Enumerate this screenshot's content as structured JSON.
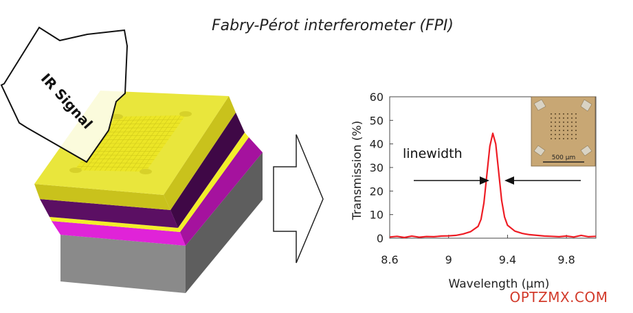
{
  "title": "Fabry-Pérot interferometer (FPI)",
  "incoming_arrow_label": "IR Signal",
  "watermark": "OPTZMX.COM",
  "colors": {
    "top_yellow": "#e9e63c",
    "top_yellow_side": "#c9c21c",
    "purple": "#5b0f63",
    "purple_side": "#3f0846",
    "magenta": "#e023d8",
    "magenta_side": "#a5129e",
    "thin_yellow": "#f2ee2a",
    "substrate_front": "#8a8a8a",
    "substrate_side": "#5e5e5e",
    "curve": "#ee1c24",
    "watermark": "#d23a2a"
  },
  "chart_data": {
    "type": "line",
    "title": "",
    "xlabel": "Wavelength (µm)",
    "ylabel": "Transmission (%)",
    "xlim": [
      8.6,
      10.0
    ],
    "ylim": [
      0,
      60
    ],
    "xticks": [
      8.6,
      9,
      9.4,
      9.8
    ],
    "xtick_labels": [
      "8.6",
      "9",
      "9.4",
      "9.8"
    ],
    "yticks": [
      0,
      10,
      20,
      30,
      40,
      50,
      60
    ],
    "ytick_labels": [
      "0",
      "10",
      "20",
      "30",
      "40",
      "50",
      "60"
    ],
    "grid": false,
    "series": [
      {
        "name": "",
        "x": [
          8.6,
          8.65,
          8.7,
          8.75,
          8.8,
          8.85,
          8.9,
          8.95,
          9.0,
          9.05,
          9.1,
          9.15,
          9.2,
          9.22,
          9.24,
          9.26,
          9.28,
          9.3,
          9.32,
          9.34,
          9.36,
          9.38,
          9.4,
          9.45,
          9.5,
          9.55,
          9.6,
          9.65,
          9.7,
          9.75,
          9.8,
          9.85,
          9.9,
          9.95,
          10.0
        ],
        "y": [
          0.5,
          0.8,
          0.3,
          0.9,
          0.4,
          0.7,
          0.6,
          0.9,
          1.0,
          1.2,
          1.8,
          2.8,
          5.0,
          8.0,
          15.0,
          27.0,
          39.0,
          44.5,
          40.0,
          28.0,
          16.0,
          9.0,
          5.5,
          3.0,
          2.0,
          1.5,
          1.2,
          0.9,
          0.8,
          0.6,
          0.9,
          0.5,
          1.2,
          0.6,
          0.8
        ]
      }
    ],
    "annotations": [
      {
        "text": "linewidth"
      }
    ],
    "inset": {
      "scale_bar_label": "500 µm"
    }
  }
}
